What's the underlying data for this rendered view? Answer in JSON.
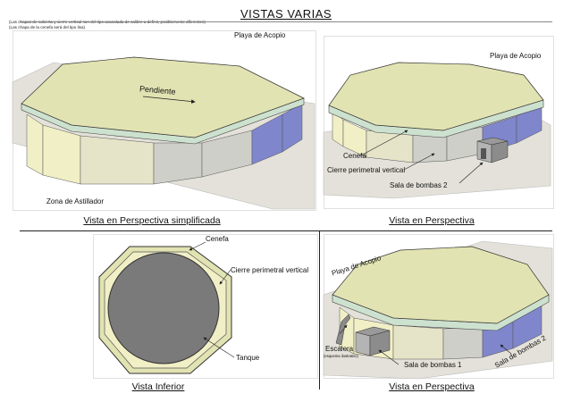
{
  "title": "VISTAS VARIAS",
  "notes": [
    "(Las chapas de cubierta y cierre vertical son del tipo acanalada de calibre a definir, posiblemente diferentes)",
    "(Las chapa de la cenefa será del tipo lisa)"
  ],
  "panels": {
    "top_left": {
      "caption": "Vista en Perspectiva simplificada",
      "labels": {
        "playa": "Playa de Acopio",
        "pendiente": "Pendiente",
        "zona": "Zona de Astillador"
      }
    },
    "top_right": {
      "caption": "Vista en Perspectiva",
      "labels": {
        "playa": "Playa de Acopio",
        "cenefa": "Cenefa",
        "cierre": "Cierre perimetral vertical",
        "sala2": "Sala de bombas 2"
      }
    },
    "bottom_left": {
      "caption": "Vista Inferior",
      "labels": {
        "cenefa": "Cenefa",
        "cierre": "Cierre perimetral vertical",
        "tanque": "Tanque"
      }
    },
    "bottom_right": {
      "caption": "Vista en Perspectiva",
      "labels": {
        "playa": "Playa de Acopio",
        "escalera": "Escalera",
        "escalera_note": "(esquema ilustrativo)",
        "sala1": "Sala de bombas 1",
        "sala2": "Sala de bombas 2"
      }
    }
  },
  "colors": {
    "roof": "#e2e3b2",
    "cenefa": "#cde1cf",
    "wall_light": "#f1efc6",
    "wall_mid": "#e6e4c8",
    "wall_grey": "#cfcfc9",
    "wall_blue": "#7f86cc",
    "ground": "#e3e1d9",
    "tank": "#7a7a7a",
    "outline": "#333333"
  }
}
